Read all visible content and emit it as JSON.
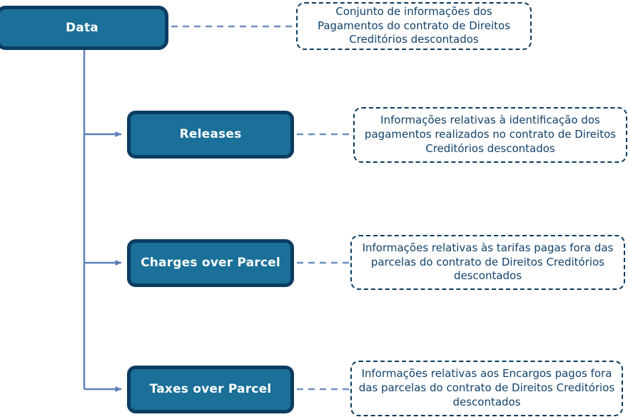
{
  "diagram": {
    "title": "Data",
    "root": {
      "label": "Data",
      "note": "Conjunto de informações dos Pagamentos do contrato de Direitos Creditórios descontados"
    },
    "children": [
      {
        "label": "Releases",
        "note": "Informações relativas à identificação dos pagamentos realizados no contrato de Direitos Creditórios descontados"
      },
      {
        "label": "Charges over Parcel",
        "note": "Informações relativas às tarifas pagas fora das parcelas do contrato de Direitos Creditórios descontados"
      },
      {
        "label": "Taxes over Parcel",
        "note": "Informações relativas aos Encargos pagos fora das parcelas do contrato de Direitos Creditórios descontados"
      }
    ],
    "colors": {
      "node_fill": "#1a7099",
      "node_border": "#0b3c61",
      "node_text": "#ffffff",
      "note_border": "#0d3b5e",
      "note_text": "#12426b",
      "connector": "#5b7fb5",
      "background": "#ffffff"
    }
  }
}
